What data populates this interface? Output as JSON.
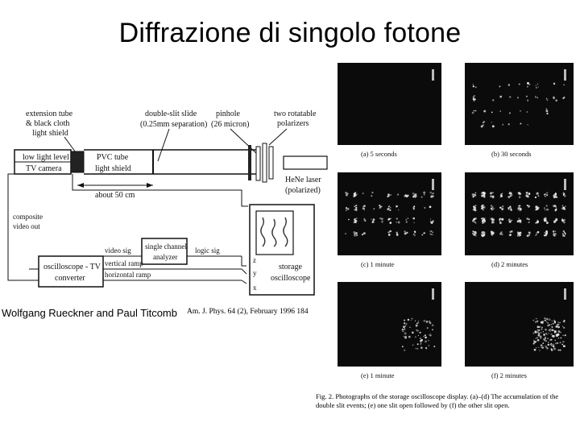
{
  "title": "Diffrazione di singolo fotone",
  "apparatus": {
    "extension_tube": [
      "extension tube",
      "& black cloth",
      "light shield"
    ],
    "double_slit": [
      "double-slit slide",
      "(0.25mm separation)"
    ],
    "pinhole": [
      "pinhole",
      "(26 micron)"
    ],
    "polarizers": [
      "two rotatable",
      "polarizers"
    ],
    "camera": [
      "low light level",
      "TV camera"
    ],
    "pvc_tube": [
      "PVC tube",
      "light shield"
    ],
    "laser": [
      "HeNe laser",
      "(polarized)"
    ],
    "length": "about 50 cm",
    "composite": [
      "composite",
      "video out"
    ],
    "video_sig": "video sig",
    "vertical_ramp": "vertical ramp",
    "horizontal_ramp": "horizontal ramp",
    "analyzer": [
      "single channel",
      "analyzer"
    ],
    "logic_sig": "logic sig",
    "converter": [
      "oscilloscope - TV",
      "converter"
    ],
    "storage": [
      "storage",
      "oscilloscope"
    ],
    "axis_labels": [
      "z",
      "y",
      "x"
    ]
  },
  "credit": "Wolfgang Rueckner and Paul Titcomb",
  "citation": "Am. J. Phys. 64 (2), February 1996   184",
  "panels": [
    {
      "caption": "(a)  5 seconds"
    },
    {
      "caption": "(b)  30 seconds"
    },
    {
      "caption": "(c)  1 minute"
    },
    {
      "caption": "(d)  2 minutes"
    },
    {
      "caption": "(e)  1 minute"
    },
    {
      "caption": "(f)  2 minutes"
    }
  ],
  "figure_caption": "Fig. 2. Photographs of the storage oscilloscope display. (a)–(d) The accumulation of the double slit events; (e) one slit open followed by (f) the other slit open.",
  "colors": {
    "panel_bg": "#0b0b0b",
    "dot": "#e8e8e8"
  }
}
